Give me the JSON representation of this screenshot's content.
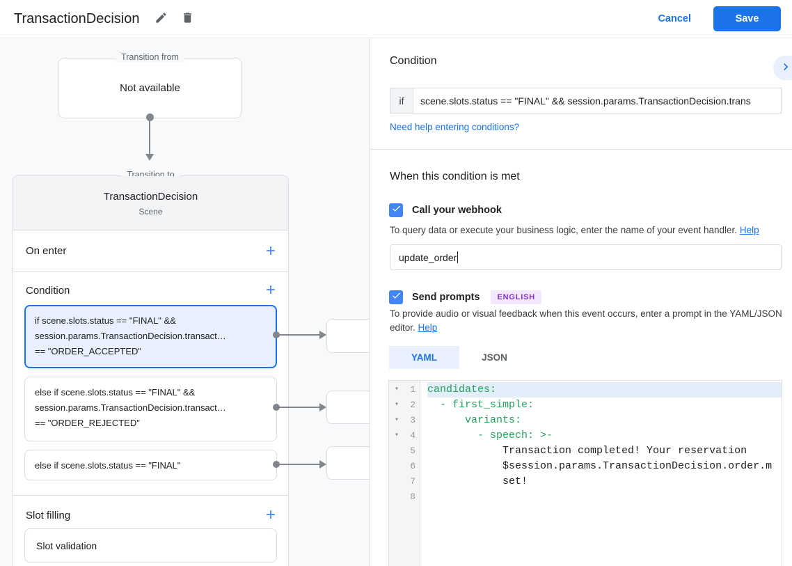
{
  "colors": {
    "accent_blue": "#1a73e8",
    "control_blue": "#4285f4",
    "selected_condition_bg": "#e8f0fe",
    "badge_bg": "#f3e8fd",
    "badge_text": "#8430ce",
    "code_key_green": "#22a05a",
    "active_line_bg": "#e2eefa"
  },
  "icons": {
    "plus": "+",
    "fold": "▾"
  },
  "header": {
    "title": "TransactionDecision",
    "cancel_label": "Cancel",
    "save_label": "Save"
  },
  "diagram": {
    "transition_from": {
      "legend": "Transition from",
      "content": "Not available"
    },
    "transition_to": {
      "legend": "Transition to",
      "title": "TransactionDecision",
      "subtitle": "Scene",
      "on_enter_label": "On enter",
      "condition_label": "Condition",
      "slot_filling_label": "Slot filling",
      "slot_validation_label": "Slot validation",
      "conditions": [
        {
          "line1": "if scene.slots.status == \"FINAL\" &&",
          "line2": "session.params.TransactionDecision.transact…",
          "line3": "== \"ORDER_ACCEPTED\"",
          "selected": true
        },
        {
          "line1": "else if scene.slots.status == \"FINAL\" &&",
          "line2": "session.params.TransactionDecision.transact…",
          "line3": "== \"ORDER_REJECTED\"",
          "selected": false
        },
        {
          "line1": "else if scene.slots.status == \"FINAL\"",
          "selected": false
        }
      ]
    }
  },
  "panel": {
    "condition_heading": "Condition",
    "if_label": "if",
    "if_value": "scene.slots.status == \"FINAL\" && session.params.TransactionDecision.trans",
    "conditions_help_link": "Need help entering conditions?",
    "when_heading": "When this condition is met",
    "webhook": {
      "label": "Call your webhook",
      "checked": true,
      "description": "To query data or execute your business logic, enter the name of your event handler.",
      "help_link": "Help",
      "value": "update_order"
    },
    "prompts": {
      "label": "Send prompts",
      "checked": true,
      "language_badge": "ENGLISH",
      "description": "To provide audio or visual feedback when this event occurs, enter a prompt in the YAML/JSON editor.",
      "help_link": "Help"
    },
    "tabs": {
      "yaml": "YAML",
      "json": "JSON",
      "active": "YAML"
    },
    "editor": {
      "lines": [
        {
          "num": "1",
          "text": "candidates:"
        },
        {
          "num": "2",
          "text": "  - first_simple:"
        },
        {
          "num": "3",
          "text": "      variants:"
        },
        {
          "num": "4",
          "text": "        - speech: >-"
        },
        {
          "num": "5",
          "text": "            Transaction completed! Your reservation"
        },
        {
          "num": "6",
          "text": "            $session.params.TransactionDecision.order.m"
        },
        {
          "num": "7",
          "text": "            set!"
        },
        {
          "num": "8",
          "text": ""
        }
      ]
    }
  }
}
